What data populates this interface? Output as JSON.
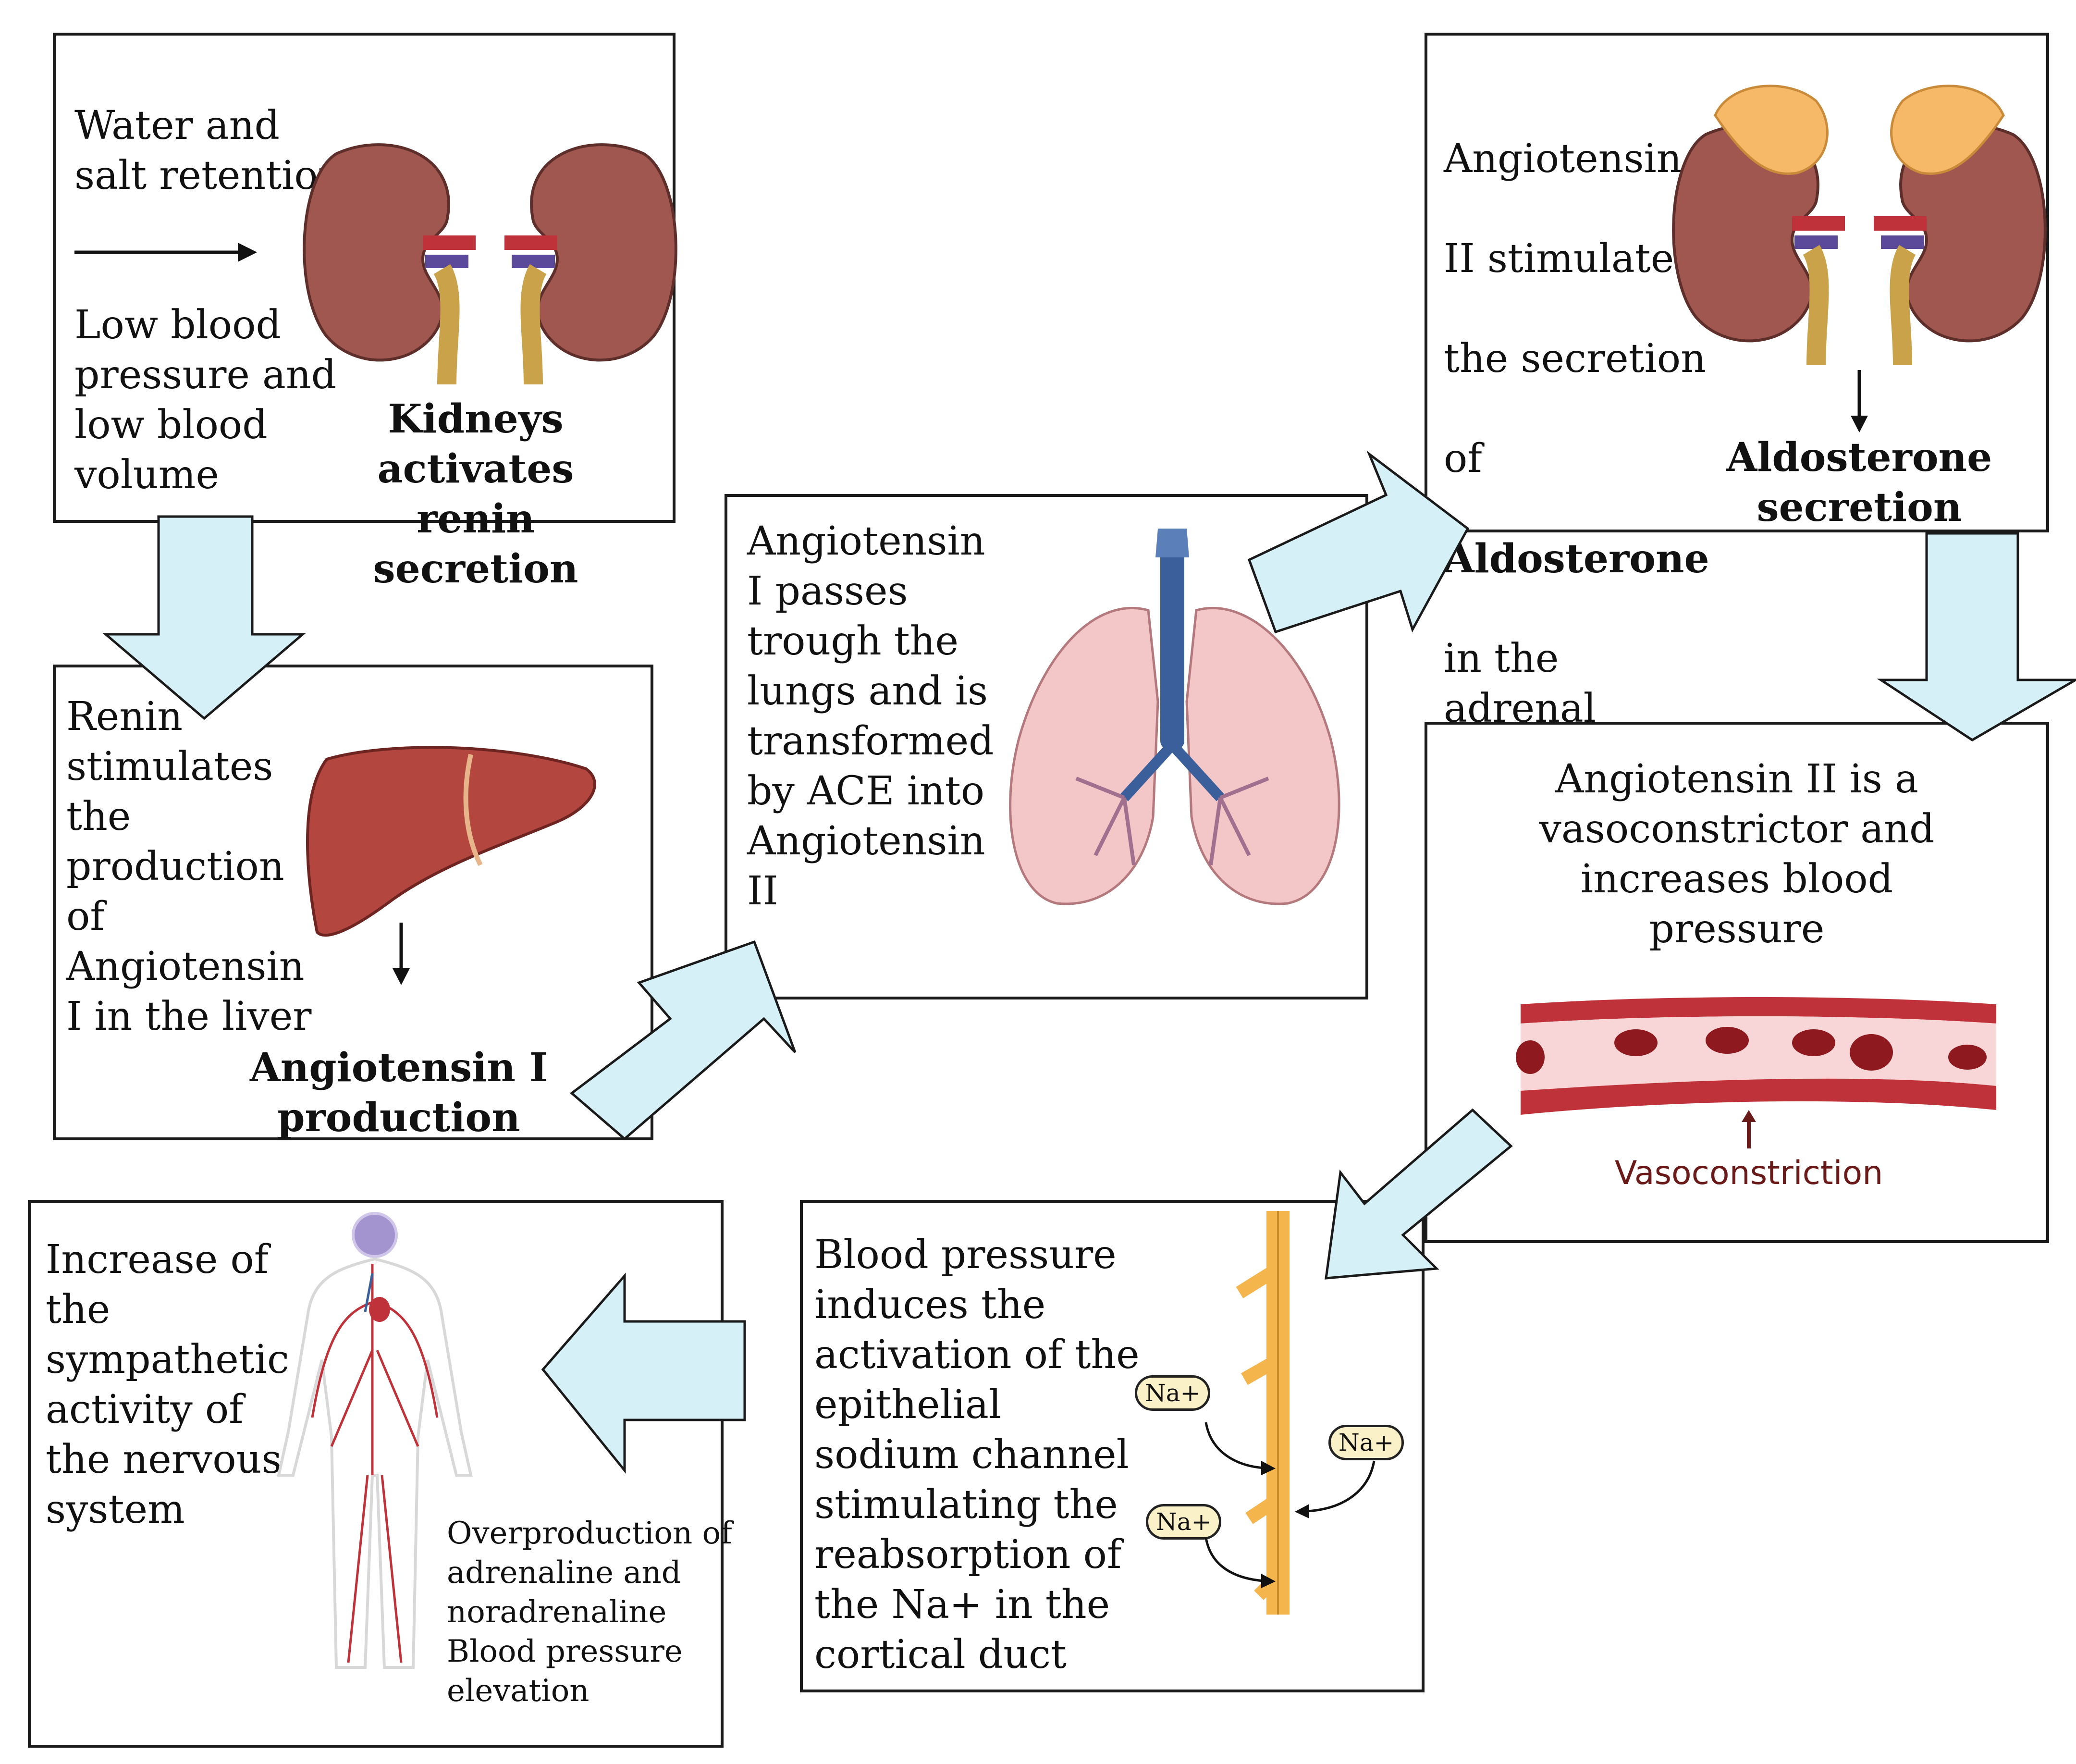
{
  "box1": {
    "left_text": "Water and\nsalt retention",
    "left_text2": "Low blood\npressure and\nlow blood\nvolume",
    "caption": "Kidneys activates\nrenin secretion"
  },
  "box2": {
    "text": "Renin\nstimulates\nthe\nproduction\nof\nAngiotensin\nI in the liver",
    "caption": "Angiotensin I\nproduction"
  },
  "box3": {
    "text": "Angiotensin\nI passes\ntrough the\nlungs and is\ntransformed\nby ACE into\nAngiotensin\nII"
  },
  "box4": {
    "text_lines": [
      "Angiotensin",
      "II stimulates",
      "the secretion",
      "of"
    ],
    "text_bold": "Aldosterone",
    "text_rest": "in the\nadrenal\nglands",
    "caption": "Aldosterone\nsecretion"
  },
  "box5": {
    "text": "Angiotensin II is a\nvasoconstrictor and\nincreases blood\npressure",
    "vessel_label": "Vasoconstriction"
  },
  "box6": {
    "text": "Blood pressure\ninduces the\nactivation of the\nepithelial\nsodium channel\nstimulating the\nreabsorption of\nthe Na+ in the\ncortical duct",
    "ion1": "Na+",
    "ion2": "Na+",
    "ion3": "Na+"
  },
  "box7": {
    "text": " Increase of\nthe\nsympathetic\nactivity of\nthe nervous\nsystem",
    "caption": "Overproduction of\nadrenaline and\nnoradrenaline\nBlood pressure\nelevation"
  },
  "colors": {
    "arrow_fill": "#d6f0f7",
    "kidney": "#a0574f",
    "liver": "#b34740",
    "lung": "#f3c6c8",
    "trachea": "#3a5f9a",
    "adrenal": "#f5b968",
    "vessel": "#c0323a",
    "duct": "#f4b54d"
  }
}
